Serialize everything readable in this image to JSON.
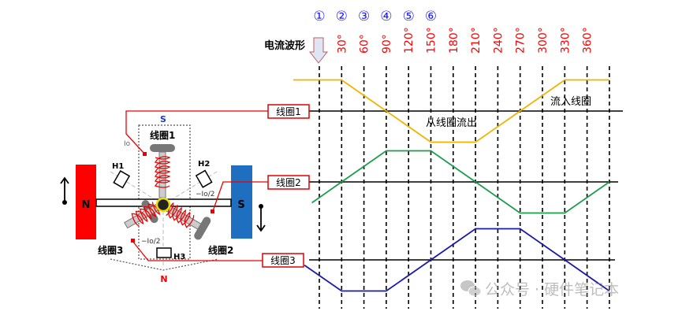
{
  "title_label": "电流波形",
  "step_markers": [
    "①",
    "②",
    "③",
    "④",
    "⑤",
    "⑥"
  ],
  "angle_labels": [
    "30°",
    "60°",
    "90°",
    "120°",
    "150°",
    "180°",
    "210°",
    "240°",
    "270°",
    "300°",
    "330°",
    "360°"
  ],
  "annotations": {
    "flow_in": "流入线圈",
    "flow_out": "从线圈流出"
  },
  "coil_boxes": [
    "线圈1",
    "线圈2",
    "线圈3"
  ],
  "motor": {
    "magnet_left": "N",
    "magnet_right": "S",
    "pole_top": "S",
    "pole_bottom": "N",
    "coil1": "线圈1",
    "coil2": "线圈2",
    "coil3": "线圈3",
    "sensors": [
      "H1",
      "H2",
      "H3"
    ],
    "current_io": "Io",
    "current_h2": "−Io/2",
    "current_h3": "−Io/2"
  },
  "watermark": "公众号 · 硬件笔记本",
  "colors": {
    "coil1": "#f0b400",
    "coil2": "#1a9e4a",
    "coil3": "#1a1aa8",
    "angle": "#ff0000",
    "marker": "#2020ff",
    "leader": "#e00000"
  },
  "chart_data": {
    "type": "line",
    "x_unit": "degrees",
    "series": [
      {
        "name": "线圈1",
        "points": [
          [
            -35,
            1
          ],
          [
            30,
            1
          ],
          [
            150,
            -1
          ],
          [
            210,
            -1
          ],
          [
            330,
            1
          ],
          [
            390,
            1
          ]
        ]
      },
      {
        "name": "线圈2",
        "points": [
          [
            -10,
            -0.67
          ],
          [
            30,
            0
          ],
          [
            90,
            1
          ],
          [
            150,
            1
          ],
          [
            210,
            0
          ],
          [
            270,
            -1
          ],
          [
            330,
            -1
          ],
          [
            390,
            0
          ]
        ]
      },
      {
        "name": "线圈3",
        "points": [
          [
            -20,
            -0.17
          ],
          [
            30,
            -1
          ],
          [
            90,
            -1
          ],
          [
            150,
            0
          ],
          [
            210,
            1
          ],
          [
            270,
            1
          ],
          [
            330,
            0
          ],
          [
            390,
            -1
          ]
        ]
      }
    ]
  }
}
